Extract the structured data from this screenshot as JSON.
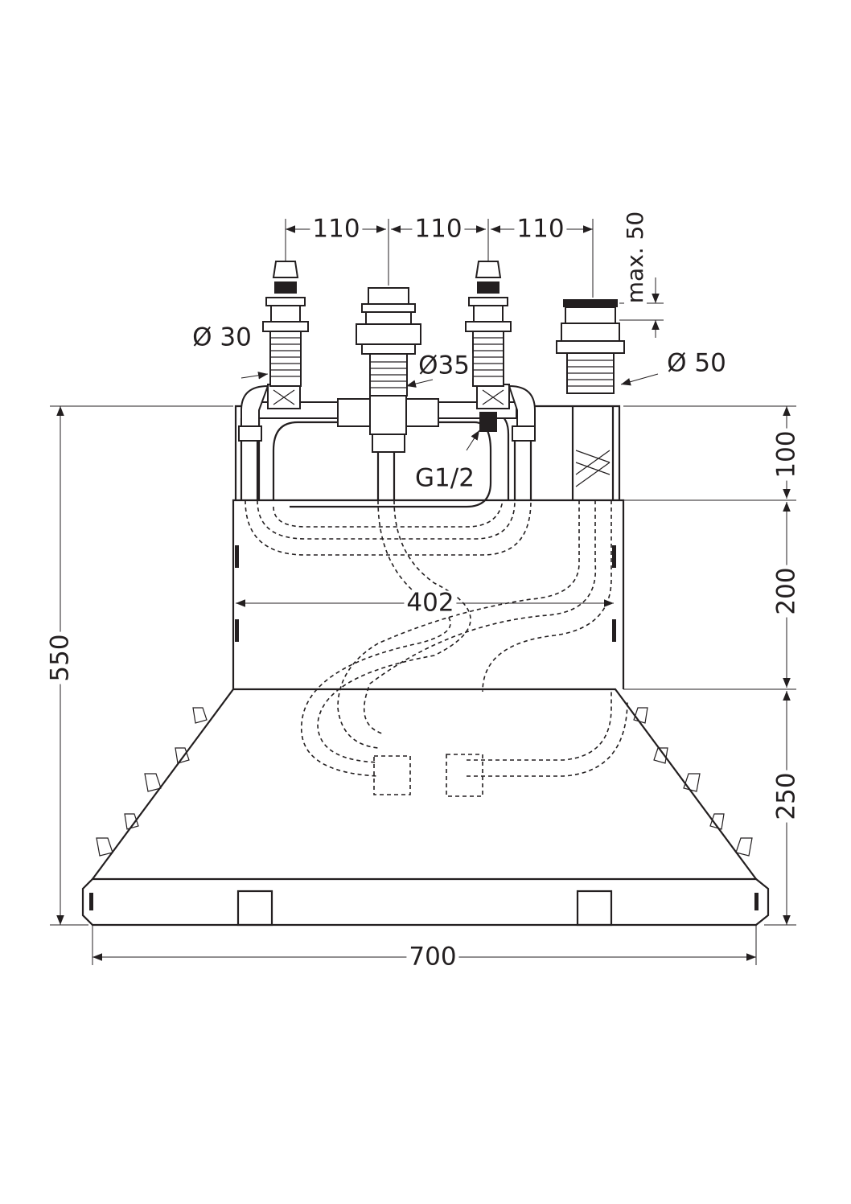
{
  "drawing": {
    "spacing_labels": [
      "110",
      "110",
      "110"
    ],
    "max_label": "max. 50",
    "diameter_30": "Ø 30",
    "diameter_35": "Ø35",
    "diameter_50": "Ø 50",
    "thread": "G1/2",
    "height_total": "550",
    "height_upper": "100",
    "height_middle": "200",
    "height_lower": "250",
    "inner_width": "402",
    "base_width": "700"
  }
}
